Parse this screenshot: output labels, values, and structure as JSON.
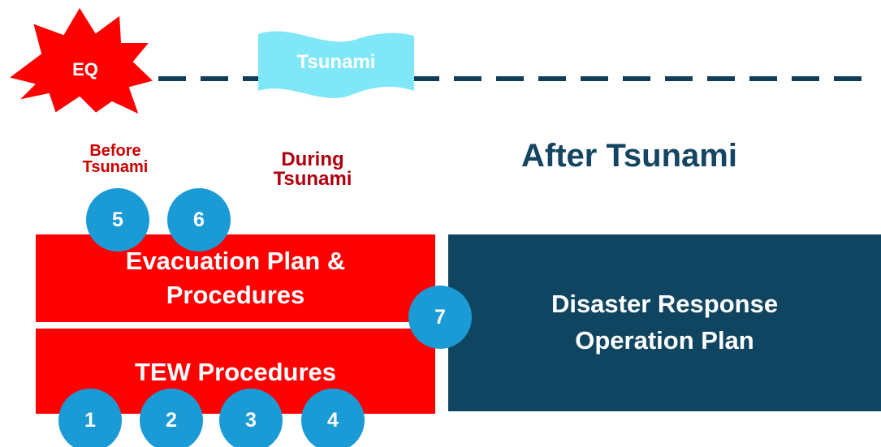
{
  "timeline": {
    "eq_label": "EQ",
    "tsunami_label": "Tsunami",
    "starburst_color": "#fe0000",
    "flag_color": "#7fe7f7",
    "dash_color": "#123d58"
  },
  "phases": {
    "before": "Before Tsunami",
    "before_line1": "Before",
    "before_line2": "Tsunami",
    "during": "During Tsunami",
    "during_line1": "During",
    "during_line2": "Tsunami",
    "after": "After Tsunami"
  },
  "boxes": {
    "evacuation_line1": "Evacuation Plan &",
    "evacuation_line2": "Procedures",
    "tew": "TEW Procedures",
    "response_line1": "Disaster Response",
    "response_line2": "Operation Plan"
  },
  "badges": {
    "b1": "1",
    "b2": "2",
    "b3": "3",
    "b4": "4",
    "b5": "5",
    "b6": "6",
    "b7": "7"
  },
  "colors": {
    "red_box": "#fe0000",
    "navy_box": "#0f4560",
    "badge": "#1a9bd6",
    "before_text": "#cc0000",
    "during_text": "#b00010",
    "after_text": "#144563"
  }
}
